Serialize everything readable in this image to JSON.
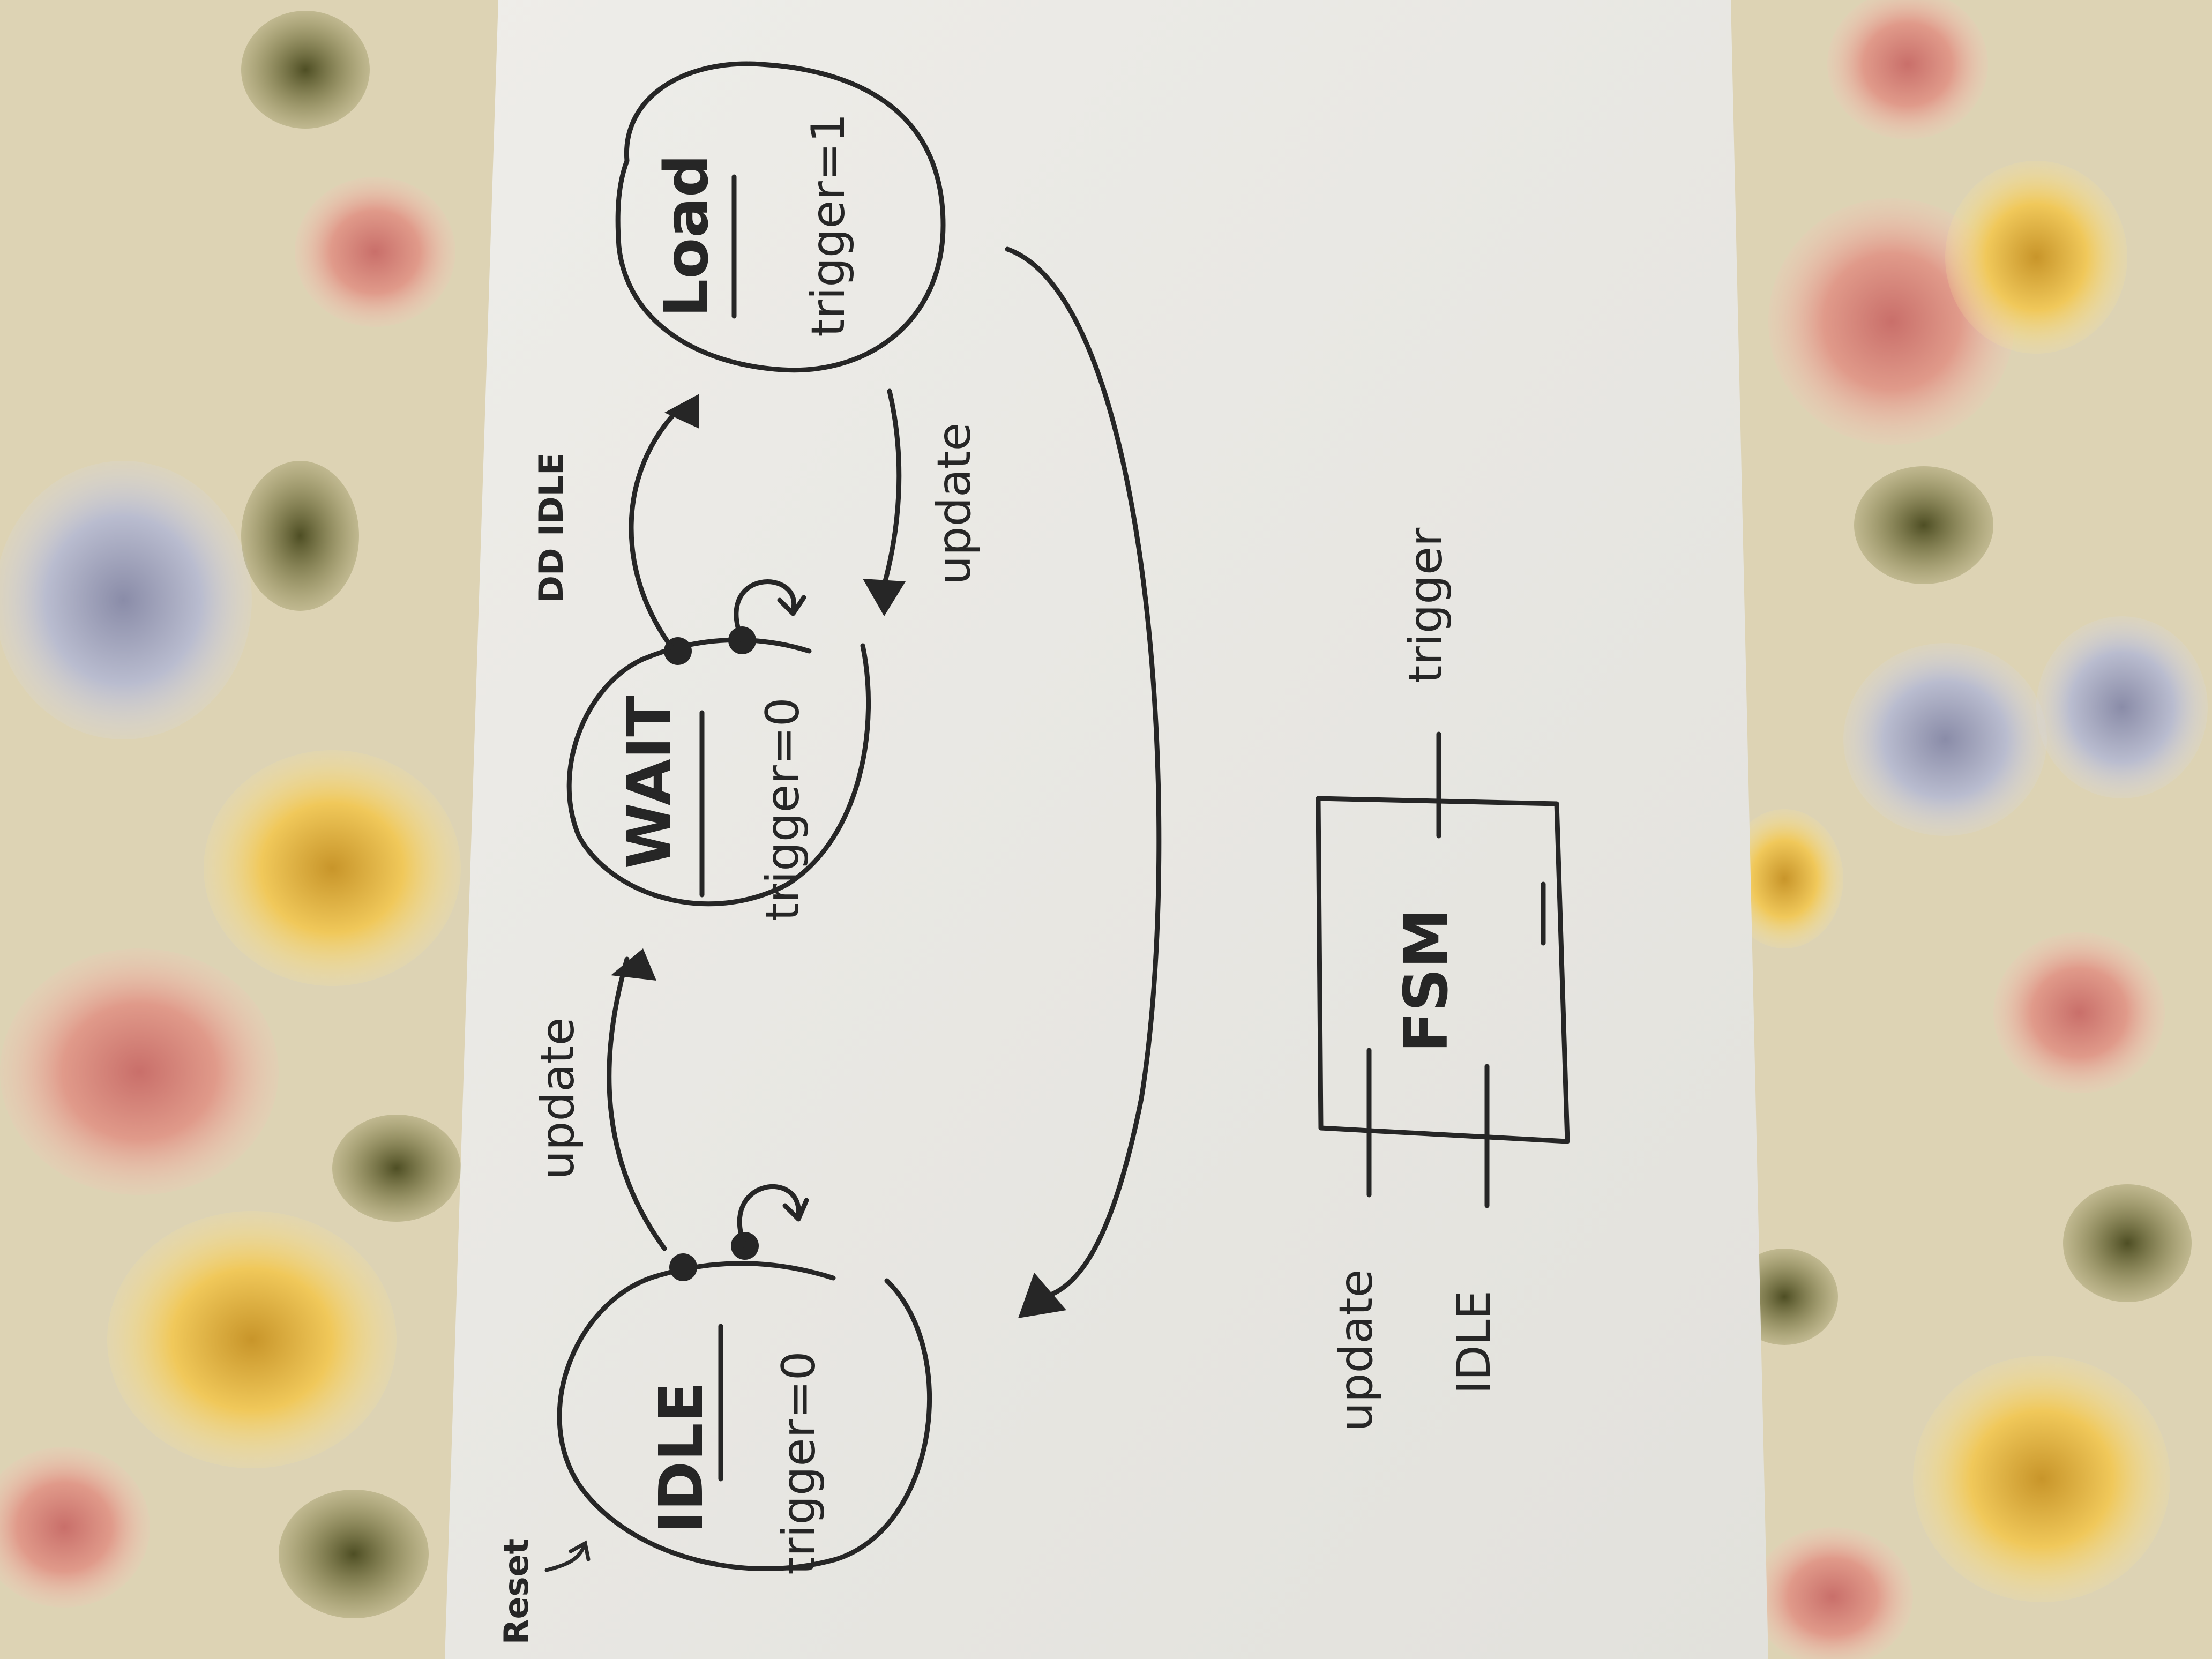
{
  "diagram": {
    "states": [
      {
        "name": "IDLE",
        "output": "trigger=0"
      },
      {
        "name": "WAIT",
        "output": "trigger=0"
      },
      {
        "name": "Load",
        "output": "trigger=1"
      }
    ],
    "transitions": [
      {
        "label": "update"
      },
      {
        "label": "DD IDLE"
      },
      {
        "label": "update"
      }
    ],
    "reset_label": "Reset",
    "block": {
      "name": "FSM",
      "inputs": [
        "update",
        "IDLE"
      ],
      "output": "trigger"
    }
  },
  "colors": {
    "paper": "#e9e7e2",
    "ink": "#262626"
  }
}
